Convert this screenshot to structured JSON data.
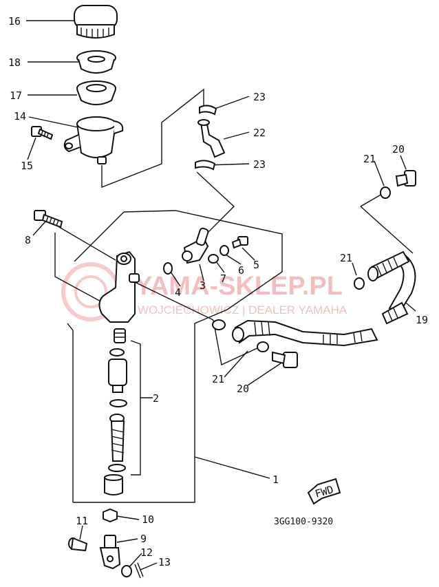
{
  "labels": {
    "p1": "1",
    "p2": "2",
    "p3": "3",
    "p4": "4",
    "p5": "5",
    "p6": "6",
    "p7": "7",
    "p8": "8",
    "p9": "9",
    "p10": "10",
    "p11": "11",
    "p12": "12",
    "p13": "13",
    "p14": "14",
    "p15": "15",
    "p16": "16",
    "p17": "17",
    "p18": "18",
    "p19": "19",
    "p20a": "20",
    "p20b": "20",
    "p21a": "21",
    "p21b": "21",
    "p21c": "21",
    "p22": "22",
    "p23a": "23",
    "p23b": "23"
  },
  "fwd_label": "FWD",
  "diagram_code": "3GG100-9320",
  "watermark": {
    "title": "YAMA-SKLEP.PL",
    "subtitle": "WOJCIECHOWICZ | DEALER YAMAHA"
  },
  "colors": {
    "ink": "#111111",
    "watermark": "#e88c8c"
  }
}
